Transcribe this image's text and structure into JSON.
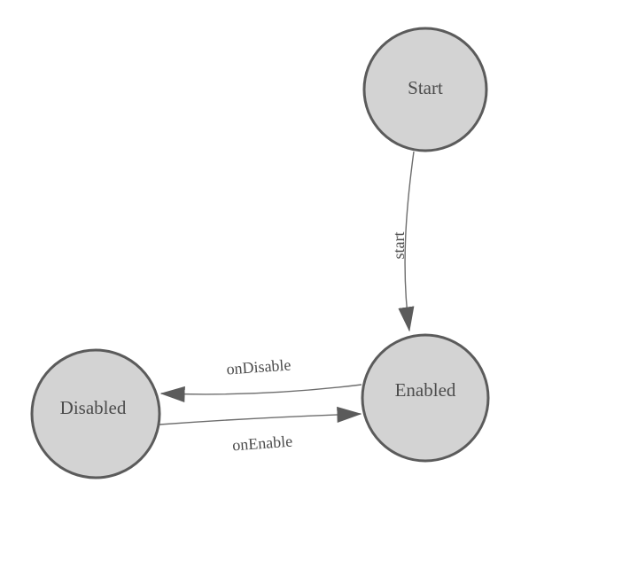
{
  "diagram": {
    "type": "finite-state-machine",
    "background": "#ffffff",
    "nodes": [
      {
        "id": "start",
        "label": "Start"
      },
      {
        "id": "enabled",
        "label": "Enabled"
      },
      {
        "id": "disabled",
        "label": "Disabled"
      }
    ],
    "edges": [
      {
        "from": "Start",
        "to": "Enabled",
        "label": "start"
      },
      {
        "from": "Enabled",
        "to": "Disabled",
        "label": "onDisable"
      },
      {
        "from": "Disabled",
        "to": "Enabled",
        "label": "onEnable"
      }
    ],
    "colors": {
      "node_fill": "#d3d3d3",
      "node_stroke": "#5b5b5b",
      "edge_stroke": "#6d6d6d",
      "arrow_fill": "#5b5b5b",
      "text": "#4c4c4c"
    }
  }
}
